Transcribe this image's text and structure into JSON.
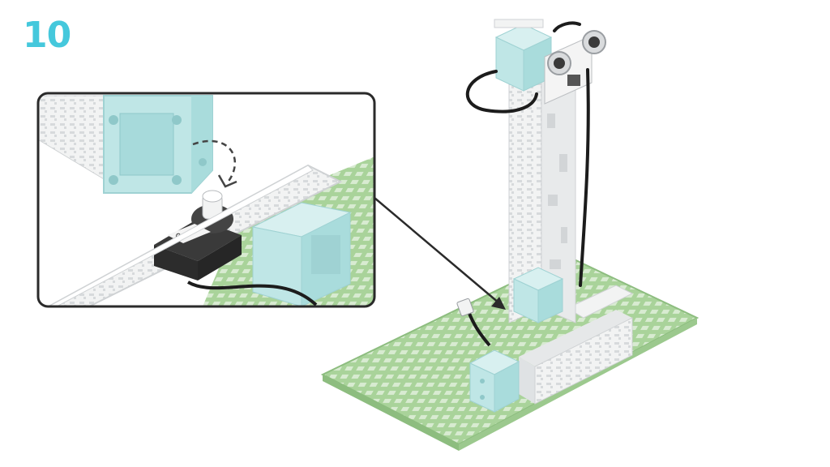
{
  "step": {
    "number": "10"
  },
  "colors": {
    "accent": "#45c8dc",
    "baseplate": "#a9d39a",
    "baseplate_dark": "#8dbd7f",
    "cube": "#bfe6e6",
    "cube_dark": "#9fd2d3",
    "beam": "#f2f3f3",
    "beam_edge": "#cfd2d4",
    "servo": "#3a3a3a",
    "cable": "#1c1c1c",
    "inset_border": "#2a2a2a"
  },
  "icons": [
    "servo-motor",
    "ultrasonic-sensor",
    "dashed-arrow",
    "leader-line"
  ]
}
